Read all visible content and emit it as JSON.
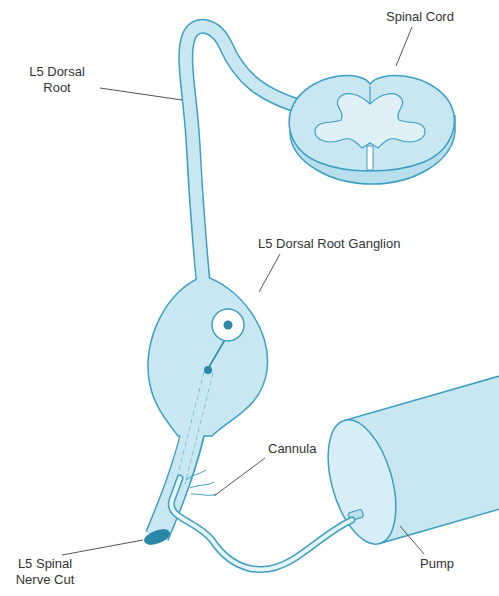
{
  "diagram": {
    "labels": [
      "Spinal Cord",
      "L5 Dorsal Root",
      "L5 Dorsal Root Ganglion",
      "Cannula",
      "Pump",
      "L5 Spinal Nerve Cut"
    ]
  }
}
